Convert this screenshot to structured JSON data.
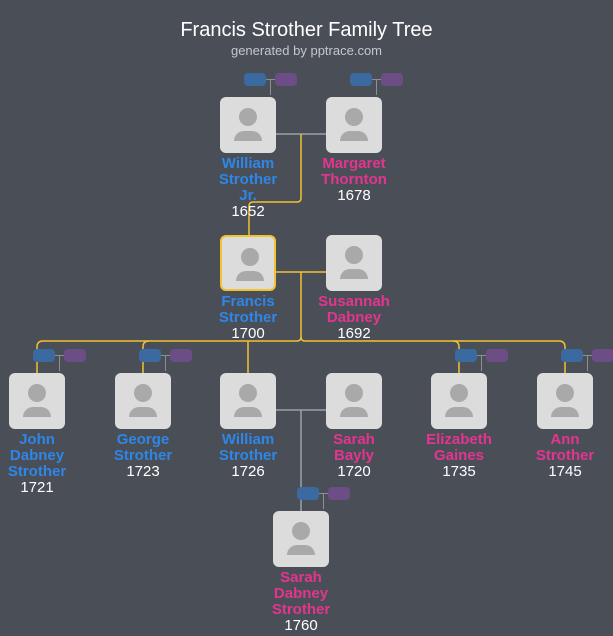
{
  "header": {
    "title": "Francis Strother Family Tree",
    "subtitle": "generated by pptrace.com"
  },
  "colors": {
    "male": "#2d86e8",
    "female": "#e5348f",
    "lineage": "#f2c230",
    "spouse_line": "#9aa0a8",
    "background": "#4a4f57"
  },
  "people": [
    {
      "id": "william-jr",
      "name": "William Strother Jr.",
      "lines": [
        "William",
        "Strother",
        "Jr."
      ],
      "year": "1652",
      "sex": "m"
    },
    {
      "id": "margaret",
      "name": "Margaret Thornton",
      "lines": [
        "Margaret",
        "Thornton"
      ],
      "year": "1678",
      "sex": "f"
    },
    {
      "id": "francis",
      "name": "Francis Strother",
      "lines": [
        "Francis",
        "Strother"
      ],
      "year": "1700",
      "sex": "m"
    },
    {
      "id": "susannah",
      "name": "Susannah Dabney",
      "lines": [
        "Susannah",
        "Dabney"
      ],
      "year": "1692",
      "sex": "f"
    },
    {
      "id": "john",
      "name": "John Dabney Strother",
      "lines": [
        "John",
        "Dabney",
        "Strother"
      ],
      "year": "1721",
      "sex": "m"
    },
    {
      "id": "george",
      "name": "George Strother",
      "lines": [
        "George",
        "Strother"
      ],
      "year": "1723",
      "sex": "m"
    },
    {
      "id": "william",
      "name": "William Strother",
      "lines": [
        "William",
        "Strother"
      ],
      "year": "1726",
      "sex": "m"
    },
    {
      "id": "sarah-bayly",
      "name": "Sarah Bayly",
      "lines": [
        "Sarah",
        "Bayly"
      ],
      "year": "1720",
      "sex": "f"
    },
    {
      "id": "elizabeth",
      "name": "Elizabeth Gaines",
      "lines": [
        "Elizabeth",
        "Gaines"
      ],
      "year": "1735",
      "sex": "f"
    },
    {
      "id": "ann",
      "name": "Ann Strother",
      "lines": [
        "Ann",
        "Strother"
      ],
      "year": "1745",
      "sex": "f"
    },
    {
      "id": "sarah-dabney",
      "name": "Sarah Dabney Strother",
      "lines": [
        "Sarah",
        "Dabney",
        "Strother"
      ],
      "year": "1760",
      "sex": "f"
    }
  ],
  "focus_person": "francis",
  "icons": {
    "avatar": "person-silhouette-icon",
    "parent_pill": "parents-expand-icon"
  }
}
